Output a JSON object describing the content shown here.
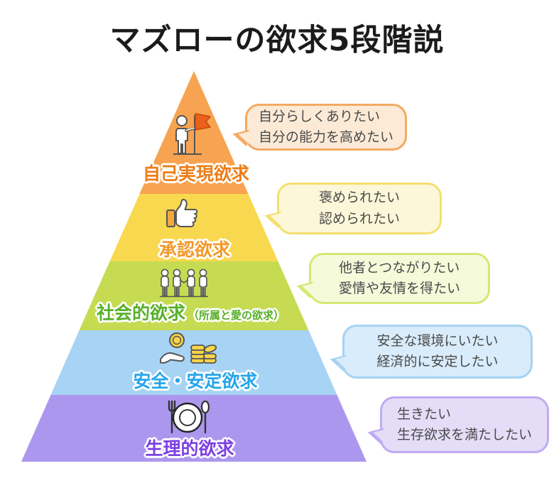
{
  "title": "マズローの欲求5段階説",
  "levels": [
    {
      "rank": 1,
      "label": "自己実現欲求",
      "sub_label": "",
      "icon": "person-with-flag-icon",
      "band_color": "#F7A351",
      "label_color": "#EC7D17",
      "bubble": {
        "lines": [
          "自分らしくありたい",
          "自分の能力を高めたい"
        ],
        "bg": "#FCEAD6",
        "border": "#F3A963"
      }
    },
    {
      "rank": 2,
      "label": "承認欲求",
      "sub_label": "",
      "icon": "thumbs-up-icon",
      "band_color": "#F8D84E",
      "label_color": "#F2992B",
      "bubble": {
        "lines": [
          "褒められたい",
          "認められたい"
        ],
        "bg": "#FDF7D9",
        "border": "#F3DF6E"
      }
    },
    {
      "rank": 3,
      "label": "社会的欲求",
      "sub_label": "（所属と愛の欲求）",
      "icon": "people-group-icon",
      "band_color": "#C6DB52",
      "label_color": "#58B02A",
      "bubble": {
        "lines": [
          "他者とつながりたい",
          "愛情や友情を得たい"
        ],
        "bg": "#F4FADA",
        "border": "#D5E873"
      }
    },
    {
      "rank": 4,
      "label": "安全・安定欲求",
      "sub_label": "",
      "icon": "hand-with-coins-icon",
      "band_color": "#A7D3F4",
      "label_color": "#25A5EB",
      "bubble": {
        "lines": [
          "安全な環境にいたい",
          "経済的に安定したい"
        ],
        "bg": "#D9ECFB",
        "border": "#A6D3F3"
      }
    },
    {
      "rank": 5,
      "label": "生理的欲求",
      "sub_label": "",
      "icon": "cutlery-plate-icon",
      "band_color": "#AC97EE",
      "label_color": "#7B40E2",
      "bubble": {
        "lines": [
          "生きたい",
          "生存欲求を満たしたい"
        ],
        "bg": "#E4DDF8",
        "border": "#BFABF2"
      }
    }
  ]
}
